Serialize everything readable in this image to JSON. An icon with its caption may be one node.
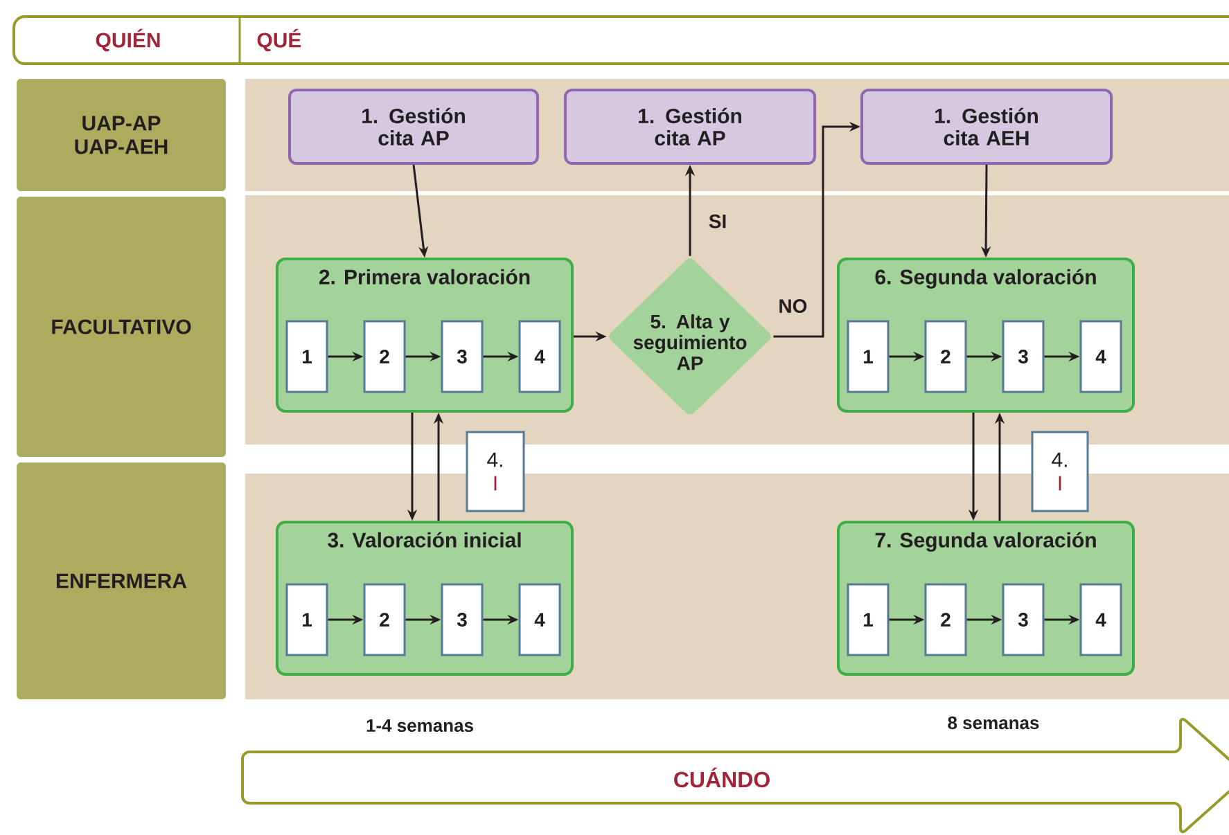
{
  "diagram": {
    "nodes": [
      {
        "text": [
          "QUIÉN"
        ]
      },
      {
        "text": [
          "QUÉ"
        ]
      },
      {
        "text": [
          "UAP-AP UAP-AEH"
        ]
      },
      {
        "text": [
          "FACULTATIVO"
        ]
      },
      {
        "text": [
          "ENFERMERA"
        ]
      },
      {
        "text": [
          "1. Gestión cita AP"
        ]
      },
      {
        "text": [
          "1. Gestión cita AP"
        ]
      },
      {
        "text": [
          "1. Gestión cita AEH"
        ]
      },
      {
        "text": [
          "2. Primera valoración"
        ]
      },
      {
        "text": [
          "1"
        ],
        "in": 8
      },
      {
        "text": [
          "2"
        ],
        "in": 8
      },
      {
        "text": [
          "3"
        ],
        "in": 8
      },
      {
        "text": [
          "4"
        ],
        "in": 8
      },
      {
        "text": [
          "5. Alta y seguimiento AP"
        ]
      },
      {
        "text": [
          "6. Segunda valoración"
        ]
      },
      {
        "text": [
          "1"
        ],
        "in": 14
      },
      {
        "text": [
          "2"
        ],
        "in": 14
      },
      {
        "text": [
          "3"
        ],
        "in": 14
      },
      {
        "text": [
          "4"
        ],
        "in": 14
      },
      {
        "text": [
          "4.",
          "I"
        ]
      },
      {
        "text": [
          "3. Valoración inicial"
        ]
      },
      {
        "text": [
          "1"
        ],
        "in": 20
      },
      {
        "text": [
          "2"
        ],
        "in": 20
      },
      {
        "text": [
          "3"
        ],
        "in": 20
      },
      {
        "text": [
          "4"
        ],
        "in": 20
      },
      {
        "text": [
          "4.",
          "I"
        ]
      },
      {
        "text": [
          "7. Segunda valoración"
        ]
      },
      {
        "text": [
          "1"
        ],
        "in": 26
      },
      {
        "text": [
          "2"
        ],
        "in": 26
      },
      {
        "text": [
          "3"
        ],
        "in": 26
      },
      {
        "text": [
          "4"
        ],
        "in": 26
      },
      {
        "text": [
          "CUÁNDO"
        ]
      }
    ],
    "edges": [
      {
        "from": 5,
        "to": 8,
        "arrow": "to"
      },
      {
        "from": 8,
        "to": 13,
        "arrow": "to"
      },
      {
        "from": 13,
        "to": 6,
        "arrow": "to",
        "label": "SI"
      },
      {
        "from": 13,
        "to": 7,
        "arrow": "to",
        "label": "NO"
      },
      {
        "from": 7,
        "to": 14,
        "arrow": "to"
      },
      {
        "from": 8,
        "to": 20,
        "arrow": "to"
      },
      {
        "from": 20,
        "to": 8,
        "arrow": "to"
      },
      {
        "from": 14,
        "to": 26,
        "arrow": "to"
      },
      {
        "from": 26,
        "to": 14,
        "arrow": "to"
      },
      {
        "from": 9,
        "to": 10,
        "arrow": "to"
      },
      {
        "from": 10,
        "to": 11,
        "arrow": "to"
      },
      {
        "from": 11,
        "to": 12,
        "arrow": "to"
      },
      {
        "from": 15,
        "to": 16,
        "arrow": "to"
      },
      {
        "from": 16,
        "to": 17,
        "arrow": "to"
      },
      {
        "from": 17,
        "to": 18,
        "arrow": "to"
      },
      {
        "from": 21,
        "to": 22,
        "arrow": "to"
      },
      {
        "from": 22,
        "to": 23,
        "arrow": "to"
      },
      {
        "from": 23,
        "to": 24,
        "arrow": "to"
      },
      {
        "from": 27,
        "to": 28,
        "arrow": "to"
      },
      {
        "from": 28,
        "to": 29,
        "arrow": "to"
      },
      {
        "from": 29,
        "to": 30,
        "arrow": "to"
      }
    ],
    "labels": [
      "1-4 semanas",
      "8 semanas"
    ]
  }
}
